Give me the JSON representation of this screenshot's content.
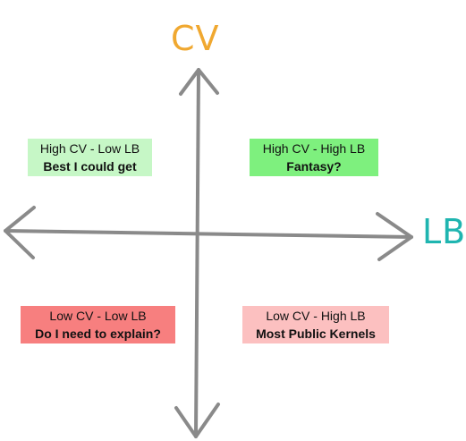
{
  "axes": {
    "vertical_label": "CV",
    "horizontal_label": "LB",
    "vertical_label_color": "#f0a830",
    "horizontal_label_color": "#1fb5b0",
    "axis_color": "#8a8a8a"
  },
  "quadrants": {
    "top_left": {
      "title": "High CV - Low LB",
      "note": "Best I could get",
      "color": "#c6f7c6"
    },
    "top_right": {
      "title": "High CV - High LB",
      "note": "Fantasy?",
      "color": "#7ef07e"
    },
    "bottom_left": {
      "title": "Low CV - Low LB",
      "note": "Do I need to explain?",
      "color": "#f77f7f"
    },
    "bottom_right": {
      "title": "Low CV - High LB",
      "note": "Most Public Kernels",
      "color": "#fcc0c0"
    }
  }
}
